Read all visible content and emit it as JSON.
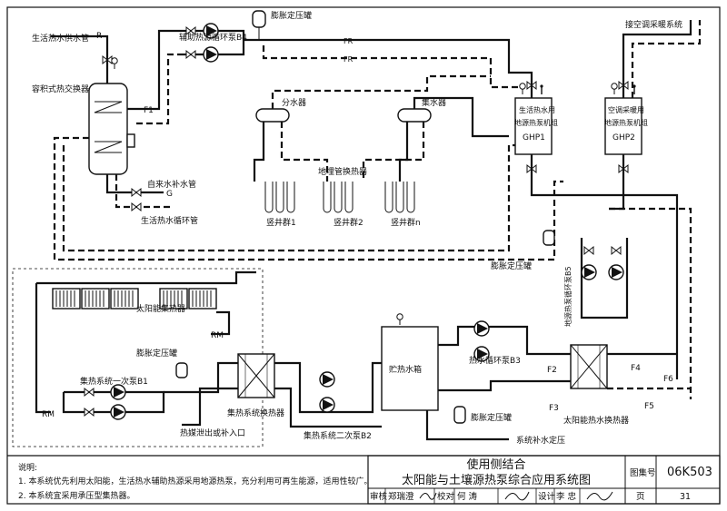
{
  "labels": {
    "domestic_supply": "生活热水供水管",
    "storage_hx": "容积式热交换器",
    "aux_pump": "辅助热源循环泵B4",
    "exp_tank_top": "膨胀定压罐",
    "to_ac": "接空调采暖系统",
    "dist": "分水器",
    "coll": "集水器",
    "ghp1_a": "生活热水用",
    "ghp1_b": "地源热泵机组",
    "ghp1_c": "GHP1",
    "ghp2_a": "空调采暖用",
    "ghp2_b": "地源热泵机组",
    "ghp2_c": "GHP2",
    "ground_hx": "地埋管换热器",
    "well1": "竖井群1",
    "well2": "竖井群2",
    "welln": "竖井群n",
    "cold_water": "自来水补水管",
    "domestic_circ": "生活热水循环管",
    "exp_tank_mid": "膨胀定压罐",
    "ground_pump": "地源热泵循环泵B5",
    "solar_collector": "太阳能集热器",
    "exp_tank_left": "膨胀定压罐",
    "coll_primary_pump": "集热系统一次泵B1",
    "coll_hx": "集热系统换热器",
    "drain": "热媒泄出或补入口",
    "coll_secondary_pump": "集热系统二次泵B2",
    "storage_tank": "贮热水箱",
    "hot_pump": "热水循环泵B3",
    "exp_tank_bottom": "膨胀定压罐",
    "makeup": "系统补水定压",
    "solar_hx": "太阳能热水换热器",
    "tag_r": "R",
    "tag_fr1": "FR",
    "tag_fr2": "FR",
    "tag_g": "G",
    "tag_rm1": "RM",
    "tag_rm2": "RM",
    "tag_f1": "F1",
    "tag_f2": "F2",
    "tag_f3": "F3",
    "tag_f4": "F4",
    "tag_f5": "F5",
    "tag_f6": "F6"
  },
  "notes": {
    "heading": "说明:",
    "n1": "1. 本系统优先利用太阳能，生活热水辅助热源采用地源热泵，充分利用可再生能源，适用性较广。",
    "n2": "2. 本系统宜采用承压型集热器。"
  },
  "title_block": {
    "line1": "使用侧结合",
    "line2": "太阳能与土壤源热泵综合应用系统图",
    "atlas_label": "图集号",
    "atlas_no": "06K503",
    "page_label": "页",
    "page_no": "31",
    "review_label": "审核",
    "review_name": "郑瑞澄",
    "check_label": "校对",
    "check_name": "何 涛",
    "design_label": "设计",
    "design_name": "李 忠"
  },
  "icons": {
    "pump": "pump-icon",
    "valve": "gate-valve-icon",
    "gauge": "pressure-gauge-icon",
    "thermo": "thermometer-icon",
    "hx": "plate-heat-exchanger-icon",
    "signature": "signature-icon"
  }
}
